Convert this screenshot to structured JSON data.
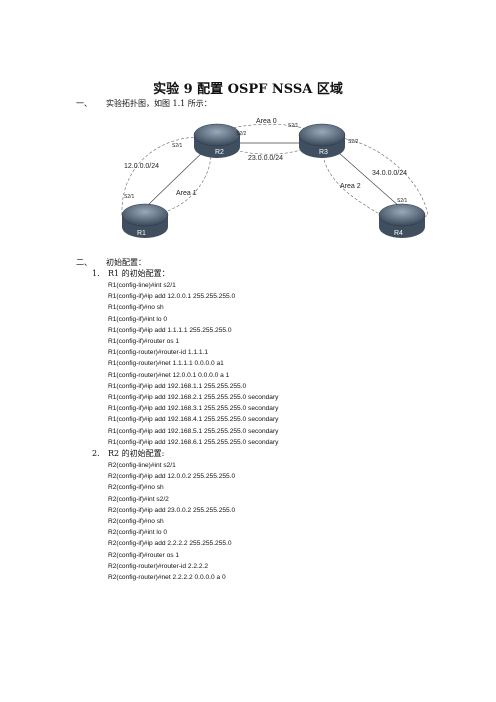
{
  "title": "实验 9  配置 OSPF NSSA 区域",
  "section1": {
    "num": "一、",
    "text": "实验拓扑图，如图 1.1 所示："
  },
  "diagram": {
    "routers": [
      "R1",
      "R2",
      "R3",
      "R4"
    ],
    "areas": [
      "Area 0",
      "Area 1",
      "Area 2"
    ],
    "networks": [
      "12.0.0.0/24",
      "23.0.0.0/24",
      "34.0.0.0/24"
    ],
    "interfaces": [
      "S2/1",
      "S2/2",
      "S2/1",
      "S2/2",
      "S2/1",
      "S2/1"
    ]
  },
  "section2": {
    "num": "二、",
    "text": "初始配置："
  },
  "r1": {
    "num": "1.",
    "heading": "R1 的初始配置：",
    "commands": [
      "R1(config-line)#int s2/1",
      "R1(config-if)#ip add 12.0.0.1 255.255.255.0",
      "R1(config-if)#no sh",
      "R1(config-if)#int lo 0",
      "R1(config-if)#ip add 1.1.1.1 255.255.255.0",
      "R1(config-if)#router os 1",
      "R1(config-router)#router-id 1.1.1.1",
      "R1(config-router)#net 1.1.1.1 0.0.0.0 a1",
      "R1(config-router)#net 12.0.0.1 0.0.0.0 a 1",
      "R1(config-if)#ip add 192.168.1.1 255.255.255.0",
      "R1(config-if)#ip add 192.168.2.1 255.255.255.0 secondary",
      "R1(config-if)#ip add 192.168.3.1 255.255.255.0 secondary",
      "R1(config-if)#ip add 192.168.4.1 255.255.255.0 secondary",
      "R1(config-if)#ip add 192.168.5.1 255.255.255.0 secondary",
      "R1(config-if)#ip add 192.168.6.1 255.255.255.0 secondary"
    ]
  },
  "r2": {
    "num": "2.",
    "heading": "R2 的初始配置:",
    "commands": [
      "R2(config-line)#int s2/1",
      "R2(config-if)#ip add 12.0.0.2 255.255.255.0",
      "R2(config-if)#no sh",
      "R2(config-if)#int s2/2",
      "R2(config-if)#ip add 23.0.0.2 255.255.255.0",
      "R2(config-if)#no sh",
      "R2(config-if)#int lo 0",
      "R2(config-if)#ip add 2.2.2.2 255.255.255.0",
      "R2(config-if)#router os 1",
      "R2(config-router)#router-id 2.2.2.2",
      "R2(config-router)#net 2.2.2.2 0.0.0.0 a 0"
    ]
  }
}
